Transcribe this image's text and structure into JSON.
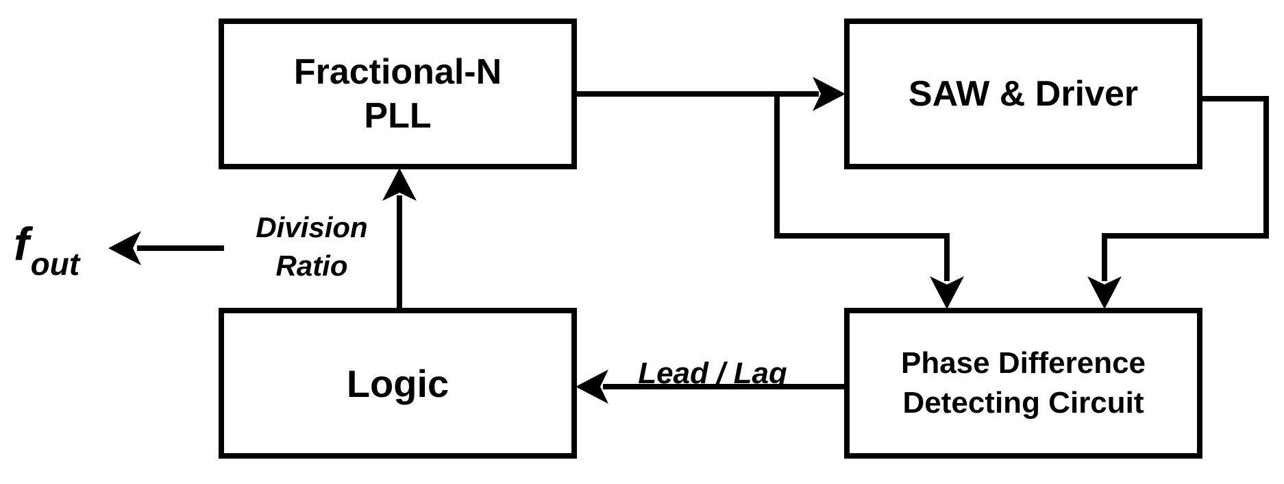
{
  "blocks": {
    "pll": {
      "line1": "Fractional-N",
      "line2": "PLL"
    },
    "saw": {
      "label": "SAW & Driver"
    },
    "logic": {
      "label": "Logic"
    },
    "phase": {
      "line1": "Phase Difference",
      "line2": "Detecting Circuit"
    }
  },
  "annotations": {
    "division_line1": "Division",
    "division_line2": "Ratio",
    "lead_lag": "Lead / Lag"
  },
  "output": {
    "symbol": "f",
    "subscript": "out"
  },
  "colors": {
    "stroke": "#000000",
    "background": "#ffffff"
  }
}
